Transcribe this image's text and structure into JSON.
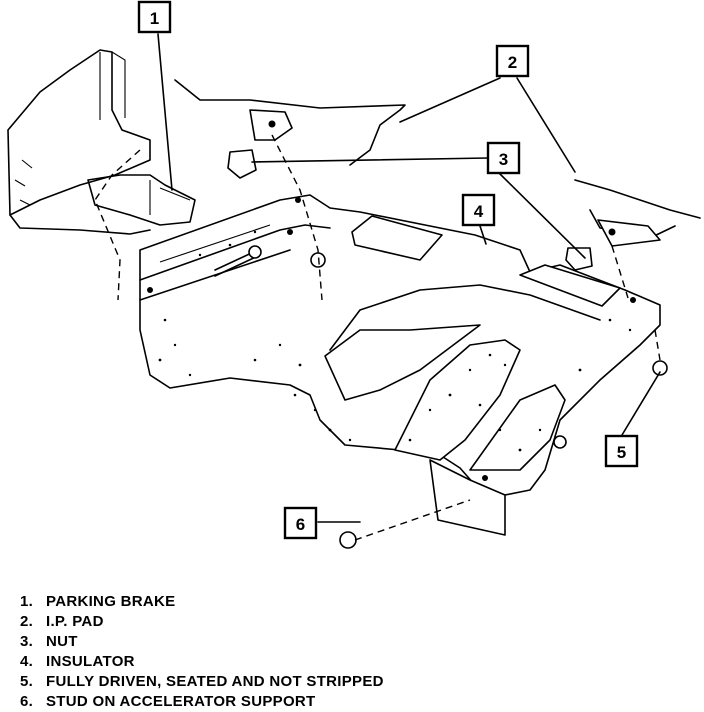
{
  "callouts": [
    {
      "number": "1"
    },
    {
      "number": "2"
    },
    {
      "number": "3"
    },
    {
      "number": "4"
    },
    {
      "number": "5"
    },
    {
      "number": "6"
    }
  ],
  "legend": [
    {
      "number": "1.",
      "text": "PARKING BRAKE"
    },
    {
      "number": "2.",
      "text": "I.P. PAD"
    },
    {
      "number": "3.",
      "text": "NUT"
    },
    {
      "number": "4.",
      "text": "INSULATOR"
    },
    {
      "number": "5.",
      "text": "FULLY DRIVEN, SEATED AND NOT STRIPPED"
    },
    {
      "number": "6.",
      "text": "STUD ON ACCELERATOR SUPPORT"
    }
  ]
}
